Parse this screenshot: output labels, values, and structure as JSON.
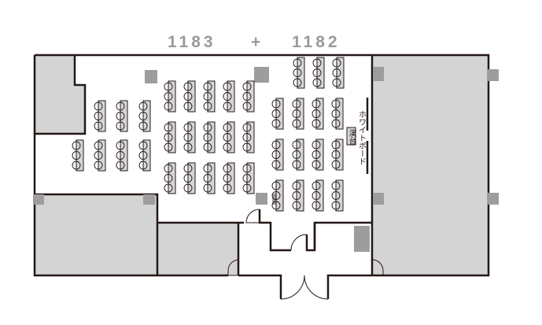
{
  "title": {
    "left_room": "1183",
    "plus": "+",
    "right_room": "1182"
  },
  "labels": {
    "whiteboard": "ホワイトボード",
    "podium": "演台"
  },
  "colors": {
    "wall": "#231815",
    "room_fill": "#d4d4d4",
    "pillar": "#9d9d9d",
    "title": "#9a9a9a"
  }
}
